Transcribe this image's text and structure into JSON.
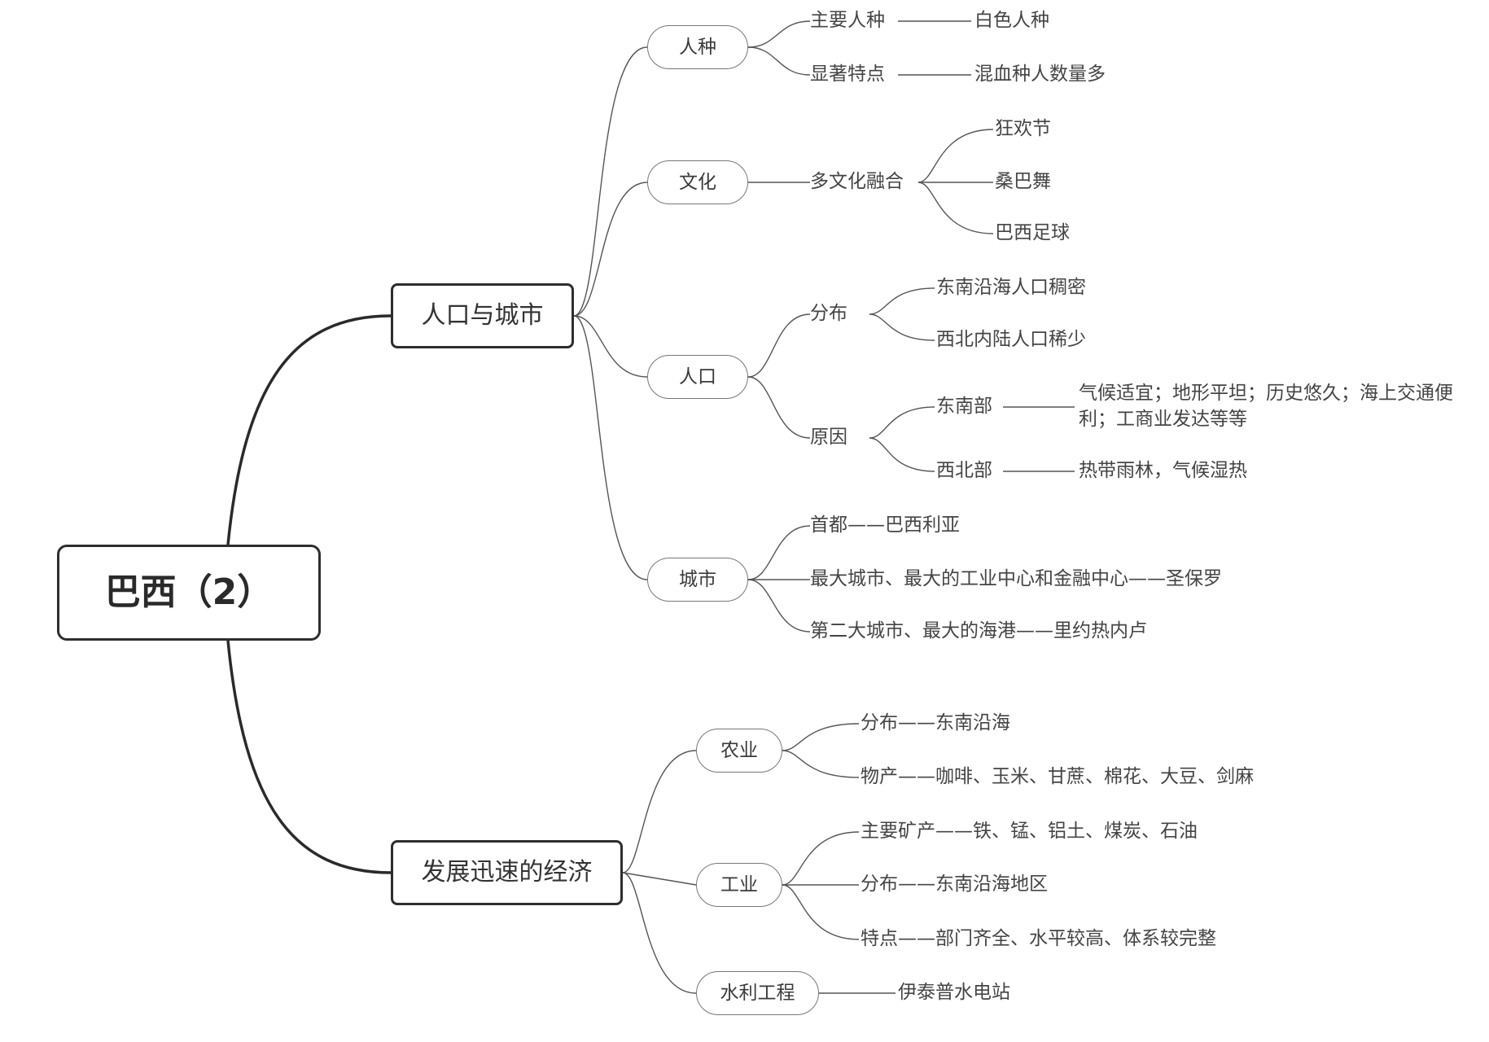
{
  "root": "巴西（2）",
  "branches": [
    {
      "label": "人口与城市",
      "children": [
        {
          "label": "人种",
          "items": [
            {
              "label": "主要人种",
              "value": "白色人种"
            },
            {
              "label": "显著特点",
              "value": "混血种人数量多"
            }
          ]
        },
        {
          "label": "文化",
          "group": "多文化融合",
          "items": [
            "狂欢节",
            "桑巴舞",
            "巴西足球"
          ]
        },
        {
          "label": "人口",
          "distribution": {
            "label": "分布",
            "items": [
              "东南沿海人口稠密",
              "西北内陆人口稀少"
            ]
          },
          "reasons": {
            "label": "原因",
            "items": [
              {
                "label": "东南部",
                "value": "气候适宜；地形平坦；历史悠久；海上交通便利；工商业发达等等"
              },
              {
                "label": "西北部",
                "value": "热带雨林，气候湿热"
              }
            ]
          }
        },
        {
          "label": "城市",
          "items": [
            "首都——巴西利亚",
            "最大城市、最大的工业中心和金融中心——圣保罗",
            "第二大城市、最大的海港——里约热内卢"
          ]
        }
      ]
    },
    {
      "label": "发展迅速的经济",
      "children": [
        {
          "label": "农业",
          "items": [
            "分布——东南沿海",
            "物产——咖啡、玉米、甘蔗、棉花、大豆、剑麻"
          ]
        },
        {
          "label": "工业",
          "items": [
            "主要矿产——铁、锰、铝土、煤炭、石油",
            "分布——东南沿海地区",
            "特点——部门齐全、水平较高、体系较完整"
          ]
        },
        {
          "label": "水利工程",
          "items": [
            "伊泰普水电站"
          ]
        }
      ]
    }
  ]
}
